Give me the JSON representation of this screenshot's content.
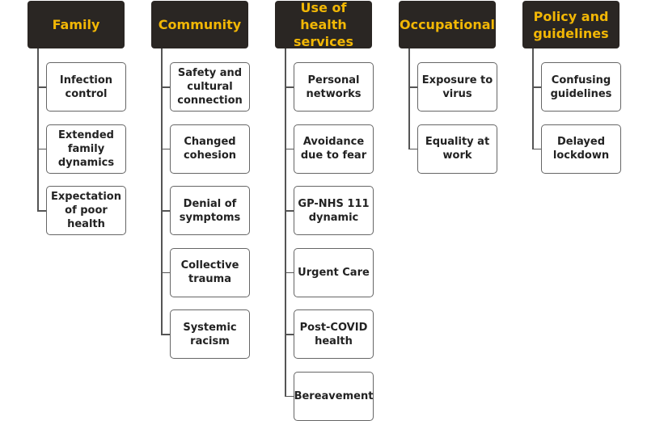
{
  "columns": [
    {
      "title": "Family",
      "items": [
        "Infection control",
        "Extended family dynamics",
        "Expectation of poor health"
      ]
    },
    {
      "title": "Community",
      "items": [
        "Safety and cultural connection",
        "Changed cohesion",
        "Denial of symptoms",
        "Collective trauma",
        "Systemic racism"
      ]
    },
    {
      "title": "Use of health services",
      "items": [
        "Personal networks",
        "Avoidance due to fear",
        "GP-NHS 111 dynamic",
        "Urgent Care",
        "Post-COVID health",
        "Bereavement"
      ]
    },
    {
      "title": "Occupational",
      "items": [
        "Exposure to virus",
        "Equality at work"
      ]
    },
    {
      "title": "Policy and guidelines",
      "items": [
        "Confusing guidelines",
        "Delayed lockdown"
      ]
    }
  ]
}
